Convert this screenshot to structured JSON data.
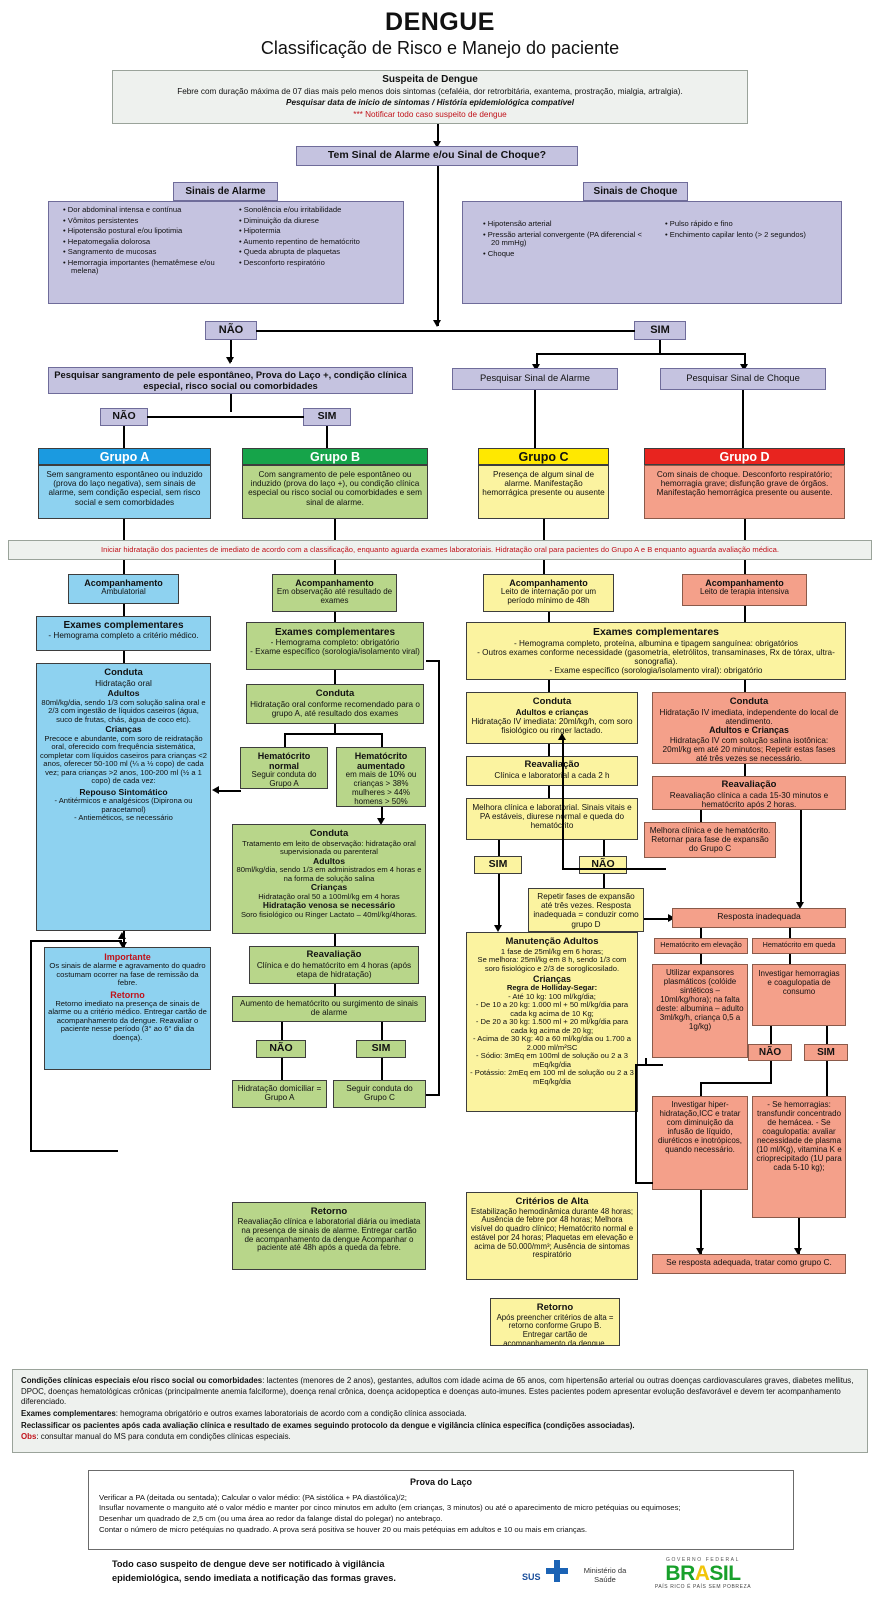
{
  "title": "DENGUE",
  "subtitle": "Classificação de Risco e Manejo do paciente",
  "suspeita": {
    "header": "Suspeita de Dengue",
    "line1": "Febre com duração máxima de 07 dias mais pelo menos dois sintomas (cefaléia, dor retrorbitária, exantema, prostração, mialgia, artralgia).",
    "line2": "Pesquisar data de início de sintomas / História epidemiológica compatível",
    "line3": "*** Notificar todo caso suspeito de dengue"
  },
  "decision_top": "Tem Sinal de Alarme e/ou Sinal de Choque?",
  "sinais_alarme": {
    "title": "Sinais de Alarme",
    "col1": [
      "Dor abdominal intensa e contínua",
      "Vômitos persistentes",
      "Hipotensão postural e/ou lipotimia",
      "Hepatomegalia dolorosa",
      "Sangramento de mucosas",
      "Hemorragia importantes (hematêmese e/ou melena)"
    ],
    "col2": [
      "Sonolência e/ou irritabilidade",
      "Diminuição da diurese",
      "Hipotermia",
      "Aumento repentino de hematócrito",
      "Queda abrupta de plaquetas",
      "Desconforto respiratório"
    ]
  },
  "sinais_choque": {
    "title": "Sinais de Choque",
    "col1": [
      "Hipotensão arterial",
      "Pressão arterial convergente (PA diferencial < 20 mmHg)",
      "Choque"
    ],
    "col2": [
      "Pulso rápido e fino",
      "Enchimento capilar lento (> 2 segundos)"
    ]
  },
  "labels": {
    "nao": "NÃO",
    "sim": "SIM"
  },
  "pesquisar_sangramento": "Pesquisar sangramento de pele espontâneo, Prova do Laço +, condição clínica especial, risco social ou comorbidades",
  "pesquisar_alarme": "Pesquisar Sinal de Alarme",
  "pesquisar_choque": "Pesquisar Sinal de Choque",
  "grupos": {
    "a": {
      "title": "Grupo A",
      "desc": "Sem sangramento espontâneo ou induzido (prova do laço negativa), sem sinais de alarme, sem condição especial, sem risco social e sem comorbidades"
    },
    "b": {
      "title": "Grupo B",
      "desc": "Com sangramento de pele espontâneo ou induzido (prova do laço +), ou condição clínica especial ou risco social ou comorbidades e sem sinal de alarme."
    },
    "c": {
      "title": "Grupo C",
      "desc": "Presença de algum sinal de alarme. Manifestação hemorrágica presente ou ausente"
    },
    "d": {
      "title": "Grupo D",
      "desc": "Com sinais de choque. Desconforto respiratório; hemorragia grave; disfunção grave de órgãos. Manifestação hemorrágica presente ou ausente."
    }
  },
  "banner_hidratacao": "Iniciar hidratação dos pacientes de imediato de acordo com a classificação, enquanto aguarda exames laboratoriais. Hidratação oral para pacientes do Grupo A e B enquanto aguarda avaliação médica.",
  "colA": {
    "acomp_title": "Acompanhamento",
    "acomp_sub": "Ambulatorial",
    "exames_title": "Exames complementares",
    "exames_body": "- Hemograma completo a critério médico.",
    "conduta_title": "Conduta",
    "conduta_l1": "Hidratação oral",
    "conduta_adultos": "Adultos",
    "conduta_adultos_txt": "80ml/kg/dia, sendo 1/3 com solução salina oral e 2/3 com ingestão de líquidos caseiros (água, suco de frutas, chás, água de coco etc).",
    "conduta_criancas": "Crianças",
    "conduta_criancas_txt": "Precoce e abundante, com soro de reidratação oral, oferecido com frequência sistemática, completar com líquidos caseiros para crianças <2 anos, oferecer 50-100 ml (¼ a ½ copo) de cada vez; para crianças >2 anos, 100-200 ml (½ a 1 copo) de cada vez:",
    "repouso_title": "Repouso Sintomático",
    "repouso_l1": "- Antitérmicos e analgésicos (Dipirona ou paracetamol)",
    "repouso_l2": "- Antieméticos, se necessário",
    "importante_title": "Importante",
    "importante_txt": "Os sinais de alarme e agravamento do quadro costumam ocorrer na fase de remissão da febre.",
    "retorno_title": "Retorno",
    "retorno_txt": "Retorno imediato na presença de sinais de alarme ou a critério médico. Entregar cartão de acompanhamento da dengue. Reavaliar o paciente nesse período (3° ao 6° dia da doença)."
  },
  "colB": {
    "acomp_title": "Acompanhamento",
    "acomp_sub": "Em observação até resultado de exames",
    "exames_title": "Exames complementares",
    "exames_l1": "- Hemograma completo: obrigatório",
    "exames_l2": "- Exame específico (sorologia/isolamento viral)",
    "conduta_title": "Conduta",
    "conduta_txt": "Hidratação oral conforme recomendado para o grupo A, até resultado dos exames",
    "ht_normal_title": "Hematócrito normal",
    "ht_normal_txt": "Seguir conduta do Grupo A",
    "ht_aum_title": "Hematócrito aumentado",
    "ht_aum_txt": "em mais de 10% ou crianças > 38% mulheres > 44% homens > 50%",
    "conduta2_title": "Conduta",
    "conduta2_l1": "Tratamento em leito de observação: hidratação oral supervisionada ou parenteral",
    "conduta2_adultos": "Adultos",
    "conduta2_adultos_txt": "80ml/kg/dia, sendo 1/3 em administrados em 4 horas e na forma de solução salina",
    "conduta2_criancas": "Crianças",
    "conduta2_criancas_txt": "Hidratação oral 50 a 100ml/kg em 4 horas",
    "conduta2_venosa": "Hidratação venosa se necessário",
    "conduta2_venosa_txt": "Soro fisiológico ou Ringer Lactato – 40ml/kg/4horas.",
    "reaval_title": "Reavaliação",
    "reaval_txt": "Clínica e do hematócrito em 4 horas (após etapa de hidratação)",
    "aumento_ht": "Aumento de hematócrito ou surgimento de sinais de alarme",
    "hidr_domiciliar": "Hidratação domiciliar = Grupo A",
    "seguir_grupo_c": "Seguir conduta do Grupo C",
    "retorno_title": "Retorno",
    "retorno_txt": "Reavaliação clínica e laboratorial diária ou imediata na presença de sinais de alarme. Entregar cartão de acompanhamento da dengue Acompanhar o paciente até 48h após a queda da febre."
  },
  "colC": {
    "acomp_title": "Acompanhamento",
    "acomp_sub": "Leito de internação por um período mínimo de 48h",
    "exames_title": "Exames complementares",
    "exames_l1": "- Hemograma completo, proteína, albumina e tipagem sanguínea: obrigatórios",
    "exames_l2": "- Outros exames conforme necessidade (gasometria, eletrólitos, transaminases, Rx de tórax, ultra-sonografia).",
    "exames_l3": "- Exame específico (sorologia/isolamento viral): obrigatório",
    "exames_bold1": "obrigatórios",
    "exames_bold2": "obrigatório",
    "conduta_title": "Conduta",
    "conduta_sub": "Adultos e crianças",
    "conduta_txt": "Hidratação IV imediata: 20ml/kg/h, com soro fisiológico ou ringer lactado.",
    "reaval_title": "Reavaliação",
    "reaval_txt": "Clínica e laboratorial a cada 2 h",
    "melhora_txt": "Melhora clínica e laboratorial. Sinais vitais e PA estáveis, diurese normal e queda do hematócrito",
    "repetir_txt": "Repetir fases de expansão até três vezes. Resposta inadequada = conduzir como grupo D",
    "manut_title": "Manutenção Adultos",
    "manut_l1": "1 fase de 25ml/kg em 6 horas;",
    "manut_l2": "Se melhora: 25ml/kg em 8 h, sendo 1/3 com soro fisiológico e 2/3 de soroglicosilado.",
    "manut_criancas": "Crianças",
    "manut_regra": "Regra de Holliday-Segar:",
    "manut_items": [
      "- Até 10 kg: 100 ml/kg/dia;",
      "- De 10 a 20 kg: 1.000 ml + 50 ml/kg/dia para cada kg acima de 10 Kg;",
      "- De 20 a 30 kg: 1.500 ml + 20 ml/kg/dia para cada kg acima de 20 kg;",
      "- Acima de 30 Kg: 40 a 60 ml/kg/dia ou 1.700 a 2.000 ml/m²SC",
      "- Sódio: 3mEq em 100ml de solução ou 2 a 3 mEq/kg/dia",
      "- Potássio: 2mEq em 100 ml de solução ou 2 a 3 mEq/kg/dia"
    ],
    "alta_title": "Critérios de Alta",
    "alta_txt": "Estabilização hemodinâmica durante 48 horas; Ausência de febre por 48 horas; Melhora visível do quadro clínico; Hematócrito normal e estável por 24 horas; Plaquetas em elevação e acima de 50.000/mm³; Ausência de sintomas respiratório",
    "retorno_title": "Retorno",
    "retorno_txt": "Após preencher critérios de alta = retorno conforme Grupo B. Entregar cartão de acompanhamento da dengue."
  },
  "colD": {
    "acomp_title": "Acompanhamento",
    "acomp_sub": "Leito de terapia intensiva",
    "conduta_title": "Conduta",
    "conduta_l1": "Hidratação IV imediata, independente do local de atendimento.",
    "conduta_sub": "Adultos e Crianças",
    "conduta_l2": "Hidratação IV com solução salina isotônica: 20ml/kg em até 20 minutos; Repetir estas fases até três vezes se necessário.",
    "reaval_title": "Reavaliação",
    "reaval_txt": "Reavaliação clínica a cada 15-30 minutos e hematócrito após 2 horas.",
    "melhora_txt": "Melhora clínica e de hematócrito. Retornar para fase de expansão do Grupo C",
    "resposta_inadequada": "Resposta inadequada",
    "ht_elevacao": "Hematócrito em elevação",
    "ht_queda": "Hematócrito em queda",
    "expansores_txt": "Utilizar expansores plasmáticos (colóide sintéticos – 10ml/kg/hora); na falta deste: albumina – adulto 3ml/kg/h, criança 0,5 a 1g/kg)",
    "investigar_txt": "Investigar hemorragias e coagulopatia de consumo",
    "hiper_txt": "Investigar hiper-hidratação,ICC e tratar com diminuição da infusão de líquido, diuréticos e inotrópicos, quando necessário.",
    "hemorragia_txt": "- Se hemorragias: transfundir concentrado de hemácea. - Se coagulopatia: avaliar necessidade de plasma (10 ml/Kg), vitamina K e crioprecipitado (1U para cada 5-10 kg);",
    "se_resposta": "Se resposta adequada, tratar como grupo C."
  },
  "notes": {
    "p1_bold": "Condições clínicas especiais e/ou risco social ou comorbidades",
    "p1_txt": ": lactentes (menores de 2 anos), gestantes, adultos com idade acima de 65 anos, com hipertensão arterial ou outras doenças cardiovasculares graves, diabetes mellitus, DPOC, doenças hematológicas crônicas (principalmente anemia falciforme), doença renal crônica, doença acidopeptica e doenças auto-imunes. Estes pacientes podem apresentar evolução desfavorável e devem ter acompanhamento diferenciado.",
    "p2_bold": "Exames complementares",
    "p2_txt": ": hemograma obrigatório e outros exames laboratoriais de acordo com a condição clínica associada.",
    "p3": "Reclassificar os pacientes após cada avaliação clínica e resultado de exames seguindo protocolo da dengue e vigilância clínica específica (condições associadas).",
    "p4_bold": "Obs",
    "p4_txt": ": consultar manual do MS para conduta em condições clínicas especiais."
  },
  "prova": {
    "title": "Prova do Laço",
    "lines": [
      "Verificar a PA (deitada ou sentada); Calcular o valor médio: (PA sistólica + PA diastólica)/2;",
      "Insuflar novamente o manguito até o valor médio e manter por cinco minutos em adulto (em crianças, 3 minutos) ou até o aparecimento de micro petéquias ou equimoses;",
      "Desenhar um quadrado de 2,5 cm (ou uma área ao redor da falange distal do polegar) no antebraço.",
      "Contar o número de micro petéquias no quadrado. A prova será positiva se houver 20 ou mais petéquias em adultos e 10 ou mais em crianças."
    ]
  },
  "footer": {
    "text_l1": "Todo caso suspeito de dengue deve ser notificado à vigilância",
    "text_l2": "epidemiológica, sendo imediata a notificação das formas graves.",
    "sus": "SUS",
    "ministerio_l1": "Ministério da",
    "ministerio_l2": "Saúde",
    "gov": "GOVERNO FEDERAL",
    "brasil_1": "BR",
    "brasil_o": "A",
    "brasil_2": "SIL",
    "pais": "PAÍS RICO É PAÍS SEM POBREZA"
  },
  "colors": {
    "grupo_a": "#1b9ae0",
    "grupo_b": "#16a44a",
    "grupo_c": "#ffe800",
    "grupo_d": "#e8241f",
    "alert_red": "#c0121a"
  }
}
